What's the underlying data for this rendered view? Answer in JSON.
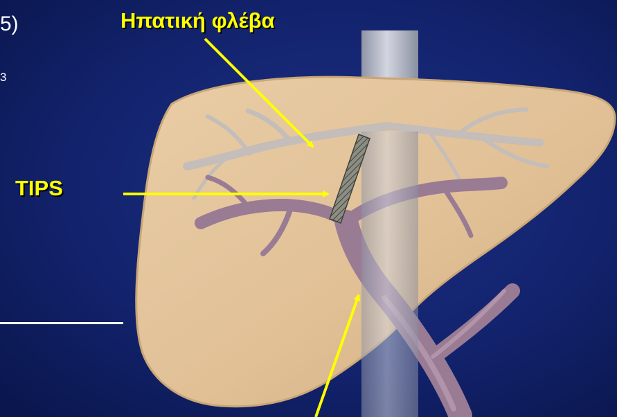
{
  "slide": {
    "partial_text_1": "5)",
    "partial_text_2": "3",
    "labels": {
      "hepatic_vein": "Ηπατική φλέβα",
      "tips": "TIPS"
    }
  },
  "colors": {
    "background": "#0c1b5c",
    "liver": "#e2c39a",
    "liver_edge": "#c9a676",
    "hepatic_veins": "#bfb7b4",
    "portal_vein": "#9e7f97",
    "vena_cava": "#a9adbd",
    "stent": "#7d7f74",
    "arrow": "#ffff00",
    "label_text": "#ffff00"
  }
}
